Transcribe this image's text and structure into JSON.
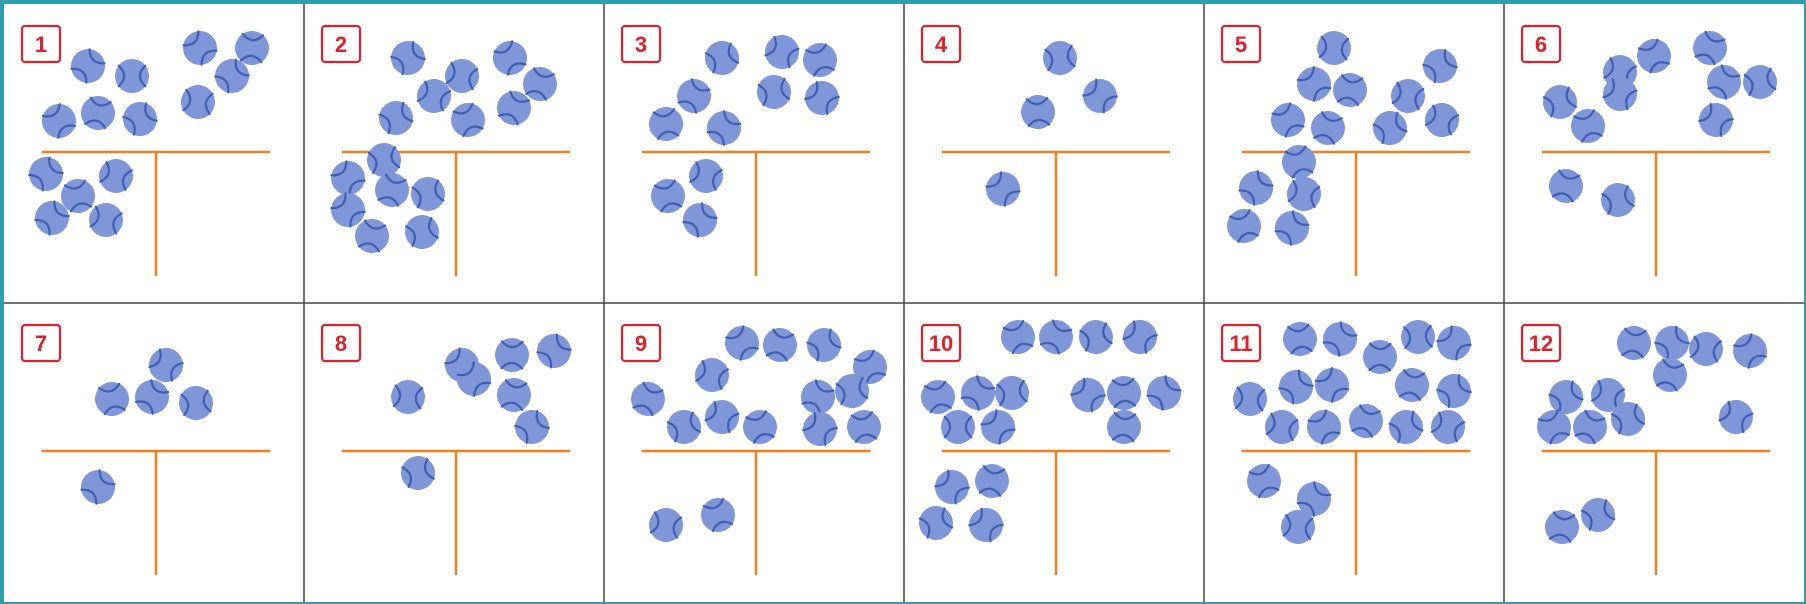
{
  "colors": {
    "frame": "#2e9eac",
    "grid_line": "#444444",
    "cell_bg": "#ffffff",
    "label": "#e0202a",
    "t_chart": "#f07f1e",
    "ball_fill": "#7f96d8",
    "ball_seam": "#3f5fb4"
  },
  "icons": {
    "ball": "ball-icon"
  },
  "problems": [
    {
      "label": "1",
      "top_balls": 9,
      "bottom_balls": 5
    },
    {
      "label": "2",
      "top_balls": 8,
      "bottom_balls": 7
    },
    {
      "label": "3",
      "top_balls": 8,
      "bottom_balls": 3
    },
    {
      "label": "4",
      "top_balls": 3,
      "bottom_balls": 1
    },
    {
      "label": "5",
      "top_balls": 9,
      "bottom_balls": 5
    },
    {
      "label": "6",
      "top_balls": 9,
      "bottom_balls": 2
    },
    {
      "label": "7",
      "top_balls": 4,
      "bottom_balls": 1
    },
    {
      "label": "8",
      "top_balls": 7,
      "bottom_balls": 1
    },
    {
      "label": "9",
      "top_balls": 13,
      "bottom_balls": 2
    },
    {
      "label": "10",
      "top_balls": 13,
      "bottom_balls": 4
    },
    {
      "label": "11",
      "top_balls": 15,
      "bottom_balls": 3
    },
    {
      "label": "12",
      "top_balls": 11,
      "bottom_balls": 2
    }
  ]
}
